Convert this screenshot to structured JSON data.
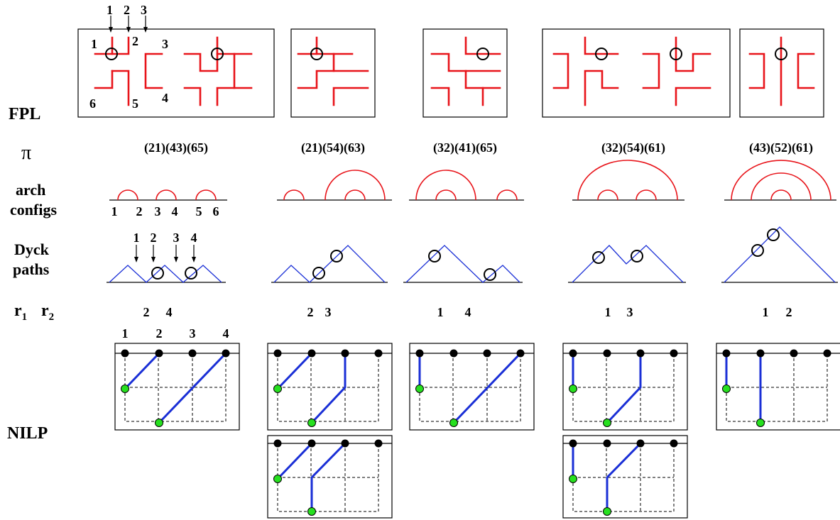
{
  "row_labels": {
    "fpl": "FPL",
    "pi": "π",
    "arch1": "arch",
    "arch2": "configs",
    "dyck1": "Dyck",
    "dyck2": "paths",
    "r1": "r",
    "r1_sub": "1",
    "r2": "r",
    "r2_sub": "2",
    "nilp": "NILP"
  },
  "fpl_top_arrow_labels": [
    "1",
    "2",
    "3"
  ],
  "fpl_box_labels": [
    "1",
    "2",
    "3",
    "4",
    "5",
    "6"
  ],
  "arch_axis_labels": [
    "1",
    "2",
    "3",
    "4",
    "5",
    "6"
  ],
  "dyck_arrow_labels": [
    "1",
    "2",
    "3",
    "4"
  ],
  "nilp_column_labels": [
    "1",
    "2",
    "3",
    "4"
  ],
  "columns": [
    {
      "pi": "(21)(43)(65)",
      "r1": "2",
      "r2": "4"
    },
    {
      "pi": "(21)(54)(63)",
      "r1": "2",
      "r2": "3"
    },
    {
      "pi": "(32)(41)(65)",
      "r1": "1",
      "r2": "4"
    },
    {
      "pi": "(32)(54)(61)",
      "r1": "1",
      "r2": "3"
    },
    {
      "pi": "(43)(52)(61)",
      "r1": "1",
      "r2": "2"
    }
  ],
  "colors": {
    "fpl_lines": "#e8141a",
    "arches": "#e8141a",
    "paths": "#1a2fd6",
    "start_points": "#000000",
    "end_points": "#27e01f"
  }
}
